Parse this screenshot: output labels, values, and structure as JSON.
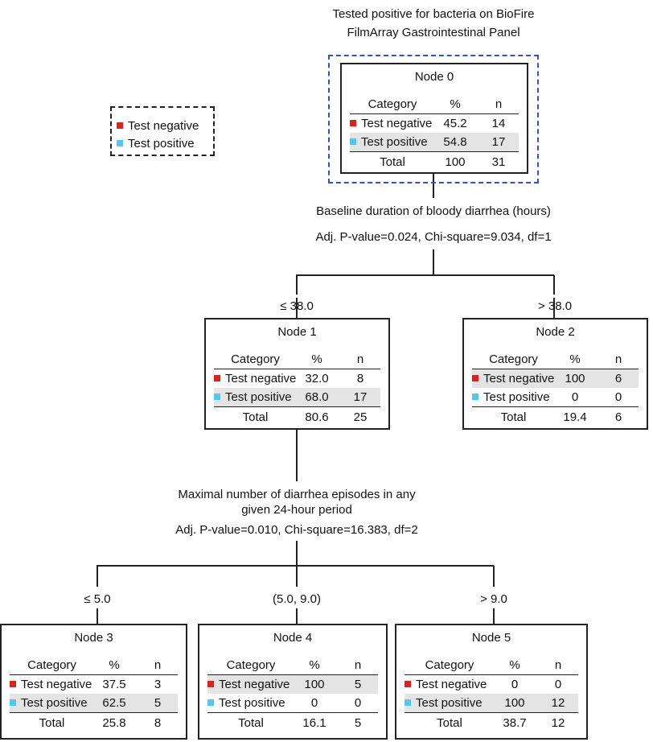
{
  "root_title_line1": "Tested positive for bacteria on BioFire",
  "root_title_line2": "FilmArray Gastrointestinal Panel",
  "legend": {
    "items": [
      {
        "label": "Test negative",
        "color": "#e0201c"
      },
      {
        "label": "Test positive",
        "color": "#4fc9ee"
      }
    ]
  },
  "headers": {
    "category": "Category",
    "pct": "%",
    "n": "n",
    "total": "Total"
  },
  "colors": {
    "negative": "#e0201c",
    "positive": "#4fc9ee",
    "shade": "#e4e4e4",
    "focus": "#2f50d0"
  },
  "nodes": [
    {
      "id": "node-0",
      "title": "Node 0",
      "neg_pct": "45.2",
      "neg_n": "14",
      "pos_pct": "54.8",
      "pos_n": "17",
      "total_pct": "100",
      "total_n": "31",
      "shaded": "positive"
    },
    {
      "id": "node-1",
      "title": "Node 1",
      "neg_pct": "32.0",
      "neg_n": "8",
      "pos_pct": "68.0",
      "pos_n": "17",
      "total_pct": "80.6",
      "total_n": "25",
      "shaded": "positive"
    },
    {
      "id": "node-2",
      "title": "Node 2",
      "neg_pct": "100",
      "neg_n": "6",
      "pos_pct": "0",
      "pos_n": "0",
      "total_pct": "19.4",
      "total_n": "6",
      "shaded": "negative"
    },
    {
      "id": "node-3",
      "title": "Node 3",
      "neg_pct": "37.5",
      "neg_n": "3",
      "pos_pct": "62.5",
      "pos_n": "5",
      "total_pct": "25.8",
      "total_n": "8",
      "shaded": "positive"
    },
    {
      "id": "node-4",
      "title": "Node 4",
      "neg_pct": "100",
      "neg_n": "5",
      "pos_pct": "0",
      "pos_n": "0",
      "total_pct": "16.1",
      "total_n": "5",
      "shaded": "negative"
    },
    {
      "id": "node-5",
      "title": "Node 5",
      "neg_pct": "0",
      "neg_n": "0",
      "pos_pct": "100",
      "pos_n": "12",
      "total_pct": "38.7",
      "total_n": "12",
      "shaded": "positive"
    }
  ],
  "split1": {
    "variable": "Baseline duration of bloody diarrhea (hours)",
    "stats": "Adj. P-value=0.024, Chi-square=9.034, df=1",
    "branches": [
      "≤ 38.0",
      "> 38.0"
    ]
  },
  "split2": {
    "variable_line1": "Maximal number of diarrhea episodes in any",
    "variable_line2": "given 24-hour period",
    "stats": "Adj. P-value=0.010, Chi-square=16.383, df=2",
    "branches": [
      "≤ 5.0",
      "(5.0, 9.0)",
      "> 9.0"
    ]
  }
}
